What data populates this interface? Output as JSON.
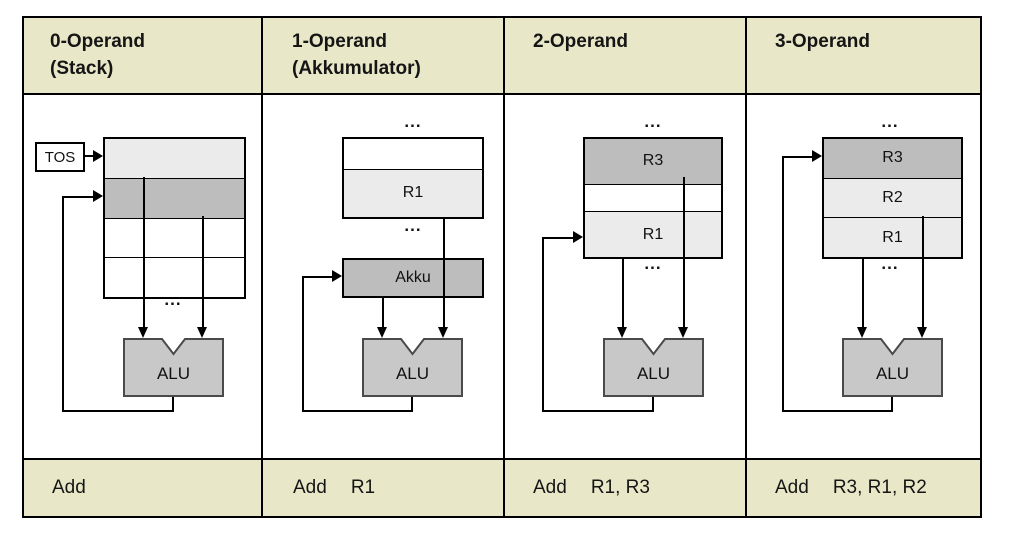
{
  "columns": [
    {
      "title": "0-Operand",
      "subtitle": "(Stack)",
      "tos": "TOS",
      "alu": "ALU",
      "cells": [
        "",
        "",
        "",
        ""
      ],
      "mnemonic": "Add",
      "operands": ""
    },
    {
      "title": "1-Operand",
      "subtitle": "(Akkumulator)",
      "akku": "Akku",
      "alu": "ALU",
      "cells": [
        "",
        "R1"
      ],
      "mnemonic": "Add",
      "operands": "R1"
    },
    {
      "title": "2-Operand",
      "subtitle": "",
      "alu": "ALU",
      "cells": [
        "R3",
        "",
        "R1"
      ],
      "mnemonic": "Add",
      "operands": "R1, R3"
    },
    {
      "title": "3-Operand",
      "subtitle": "",
      "alu": "ALU",
      "cells": [
        "R3",
        "R2",
        "R1"
      ],
      "mnemonic": "Add",
      "operands": "R3, R1, R2"
    }
  ],
  "ellipsis": "...",
  "colors": {
    "band_background": "#e8e8c8",
    "cell_light": "#ebebeb",
    "cell_dark": "#bdbdbd",
    "alu_fill": "#c8c8c8",
    "line": "#000000"
  }
}
